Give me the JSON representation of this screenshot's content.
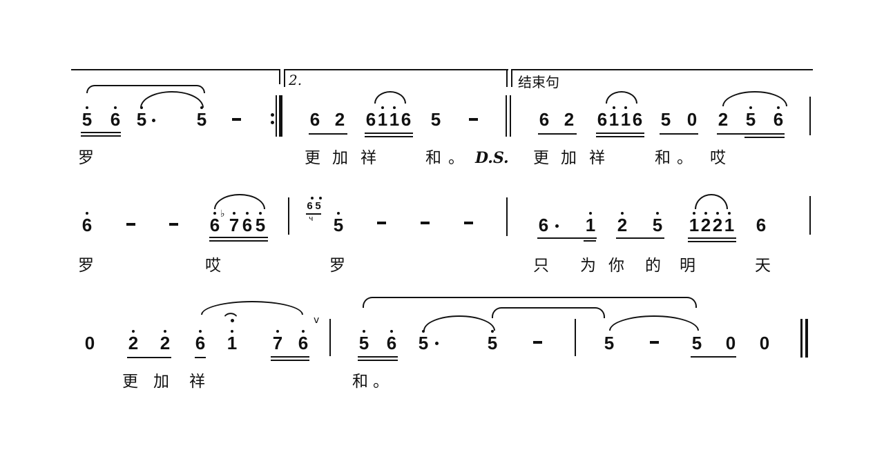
{
  "score": {
    "type": "jianpu",
    "markings": {
      "volta_2": "2.",
      "ending_label": "结束句",
      "ds": "D.S.",
      "breath": "v"
    },
    "lines": [
      {
        "measures": [
          {
            "notes": "5 6 5· 5 -",
            "end": "repeat-end"
          },
          {
            "notes": "6 2 6i1i6 5 -",
            "volta": "2.",
            "end": "double"
          },
          {
            "notes": "6 2 6i1i6 5 0 2 5 6",
            "label": "结束句",
            "end": "single"
          }
        ],
        "lyrics": [
          "罗",
          "更",
          "加",
          "祥",
          "和",
          "。",
          "D.S.",
          "更",
          "加",
          "祥",
          "和",
          "。",
          "哎"
        ]
      },
      {
        "measures": [
          {
            "notes": "6 - - 6♭765",
            "end": "single"
          },
          {
            "notes": "(56)5 - - -",
            "grace": "56",
            "end": "single"
          },
          {
            "notes": "6· 1 2 5 i22i 6",
            "end": "single"
          }
        ],
        "lyrics": [
          "罗",
          "哎",
          "罗",
          "只",
          "为",
          "你",
          "的",
          "明",
          "天"
        ]
      },
      {
        "measures": [
          {
            "notes": "0 2 2 6 i 7 6",
            "fermata": true,
            "breath": true,
            "end": "single"
          },
          {
            "notes": "5 6 5· 5 -",
            "end": "single"
          },
          {
            "notes": "5 - 5 0 0",
            "end": "final"
          }
        ],
        "lyrics": [
          "更",
          "加",
          "祥",
          "和",
          "。"
        ]
      }
    ]
  },
  "n": {
    "l1": [
      "5",
      "6",
      "5",
      "5",
      "6",
      "2",
      "6",
      "1",
      "1",
      "6",
      "5",
      "6",
      "2",
      "6",
      "1",
      "1",
      "6",
      "5",
      "0",
      "2",
      "5",
      "6"
    ],
    "l2": [
      "6",
      "6",
      "♭",
      "7",
      "6",
      "5",
      "5",
      "6",
      "5",
      "6",
      "1",
      "2",
      "5",
      "1",
      "2",
      "2",
      "1",
      "6"
    ],
    "l3": [
      "0",
      "2",
      "2",
      "6",
      "1",
      "7",
      "6",
      "5",
      "6",
      "5",
      "5",
      "5",
      "5",
      "0",
      "0"
    ]
  },
  "lyr": {
    "l1": [
      "罗",
      "更",
      "加",
      "祥",
      "和",
      "。",
      "更",
      "加",
      "祥",
      "和",
      "。",
      "哎"
    ],
    "l2": [
      "罗",
      "哎",
      "罗",
      "只",
      "为",
      "你",
      "的",
      "明",
      "天"
    ],
    "l3": [
      "更",
      "加",
      "祥",
      "和",
      "。"
    ]
  }
}
